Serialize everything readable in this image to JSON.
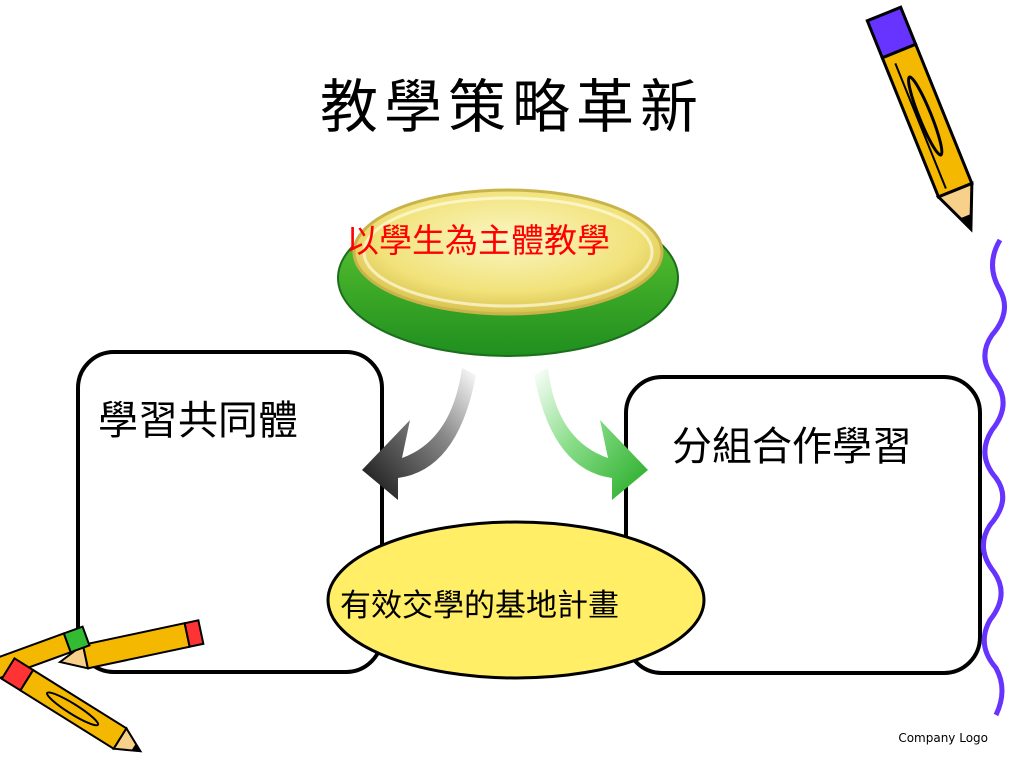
{
  "slide": {
    "title": "教學策略革新",
    "center": {
      "text": "以學生為主體教學",
      "color": "#ff0000"
    },
    "left_box": {
      "text": "學習共同體"
    },
    "right_box": {
      "text": "分組合作學習"
    },
    "bottom": {
      "text": "有效交學的基地計畫"
    },
    "footer": {
      "logo_text": "Company Logo"
    }
  },
  "colors": {
    "disc_green": "#33b233",
    "disc_yellow": "#f1e27a",
    "bottom_ellipse": "#ffee66",
    "arrow_left": "#222222",
    "arrow_right": "#2bb32b",
    "wave": "#6633ff",
    "pencil_body": "#f5b800"
  },
  "icons": [
    "pencil-icon",
    "pencil-bundle-icon",
    "curved-arrow-icon"
  ]
}
